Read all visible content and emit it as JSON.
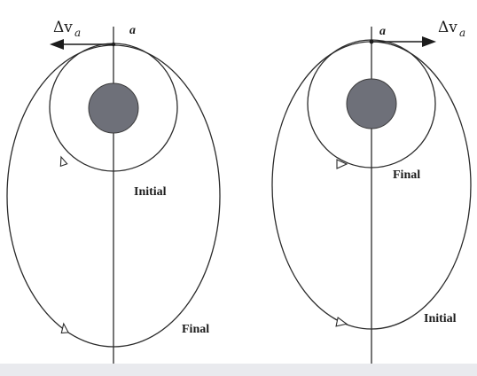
{
  "left_panel": {
    "point_label": "a",
    "delta_v_symbol": "Δv",
    "delta_v_subscript": "a",
    "inner_orbit_label": "Initial",
    "outer_orbit_label": "Final"
  },
  "right_panel": {
    "point_label": "a",
    "delta_v_symbol": "Δv",
    "delta_v_subscript": "a",
    "inner_orbit_label": "Final",
    "outer_orbit_label": "Initial"
  },
  "colors": {
    "planet": "#6e6f79",
    "line": "#2b2b2b"
  }
}
